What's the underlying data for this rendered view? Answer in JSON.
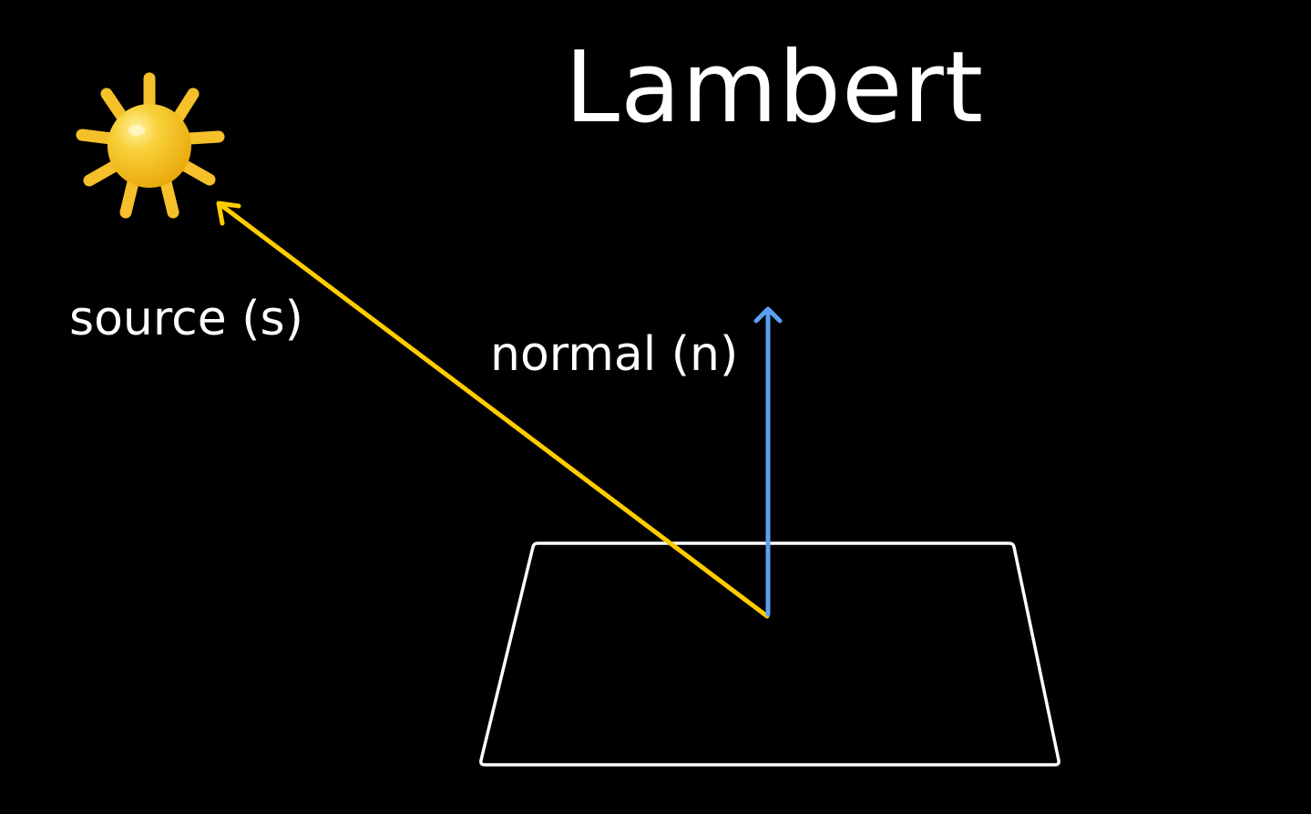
{
  "title": "Lambert",
  "labels": {
    "source": "source (s)",
    "normal": "normal (n)"
  },
  "icons": {
    "light_source": "sun-icon"
  },
  "colors": {
    "background": "#000000",
    "text": "#ffffff",
    "source_vector": "#ffcc00",
    "normal_vector": "#5aa0f0",
    "surface_outline": "#ffffff",
    "sun_body": "#f7c21a",
    "sun_rays": "#f5c02a"
  }
}
